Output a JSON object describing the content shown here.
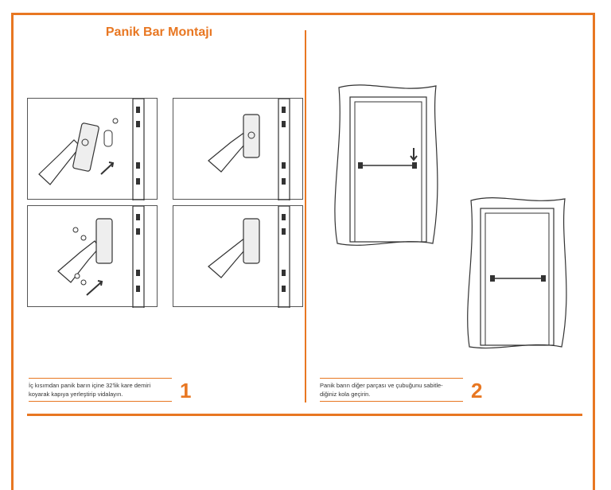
{
  "title": "Panik Bar Montajı",
  "step1": {
    "number": "1",
    "caption_line1": "İç kısımdan panik barın içine 32'lik kare demiri",
    "caption_line2": "koyarak kapıya yerleştirip vidalayın."
  },
  "step2": {
    "number": "2",
    "caption_line1": "Panik barın diğer parçası ve çubuğunu sabitle-",
    "caption_line2": "diğiniz kola geçirin."
  },
  "colors": {
    "accent": "#e87722",
    "line": "#333333"
  }
}
